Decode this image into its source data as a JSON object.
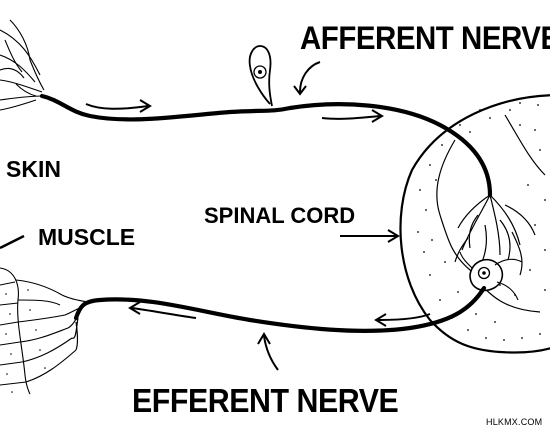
{
  "labels": {
    "afferent": "AFFERENT NERVE",
    "efferent": "EFFERENT NERVE",
    "skin": "SKIN",
    "muscle": "MUSCLE",
    "spinal_cord": "SPINAL CORD",
    "credit": "HLKMX.COM"
  },
  "colors": {
    "ink": "#000000",
    "background": "#ffffff"
  }
}
